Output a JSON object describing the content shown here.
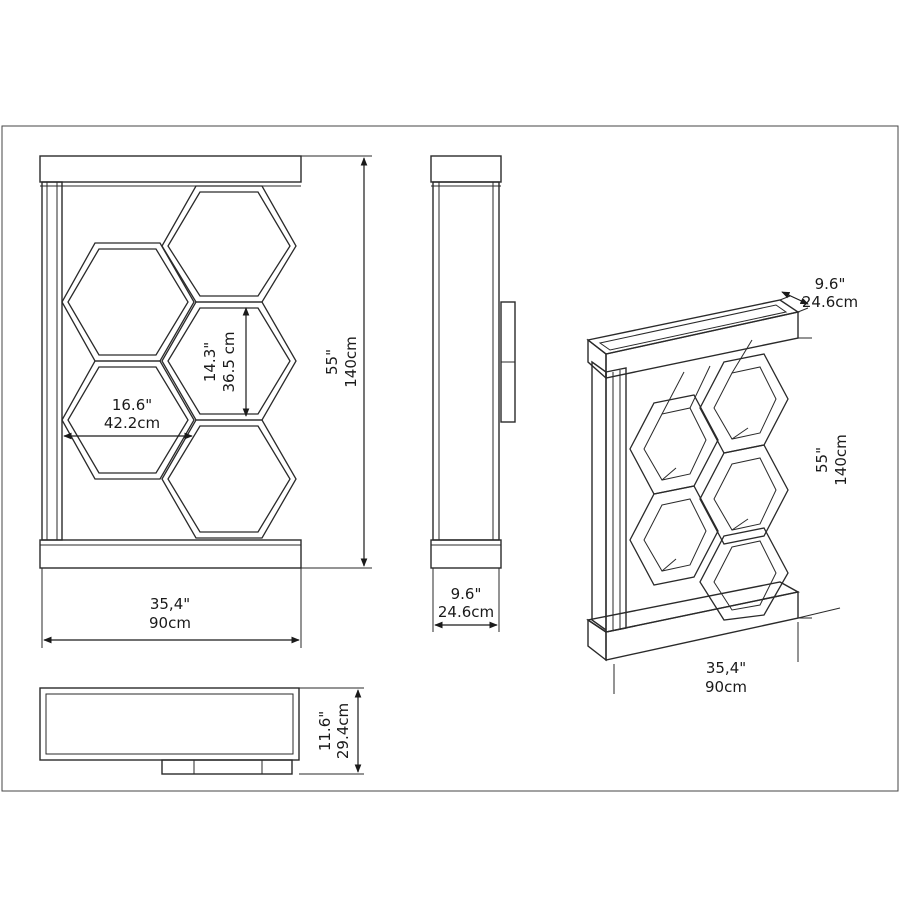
{
  "front_view": {
    "width_inch": "35,4\"",
    "width_cm": "90cm",
    "height_inch": "55\"",
    "height_cm": "140cm",
    "cell_width_inch": "16.6\"",
    "cell_width_cm": "42.2cm",
    "cell_height_inch": "14.3\"",
    "cell_height_cm": "36.5 cm"
  },
  "side_view": {
    "depth_inch": "9.6\"",
    "depth_cm": "24.6cm"
  },
  "top_view": {
    "depth_inch": "11.6\"",
    "depth_cm": "29.4cm"
  },
  "iso_view": {
    "depth_inch": "9.6\"",
    "depth_cm": "24.6cm",
    "height_inch": "55\"",
    "height_cm": "140cm",
    "width_inch": "35,4\"",
    "width_cm": "90cm"
  }
}
